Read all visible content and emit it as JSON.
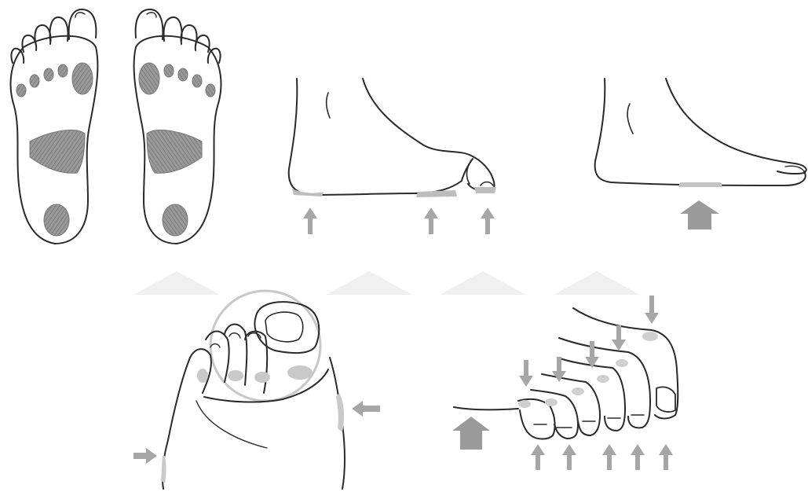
{
  "figure": {
    "panels": [
      {
        "id": "soles",
        "description_name": "pressure-points-soles"
      },
      {
        "id": "claw-side",
        "description_name": "claw-toe-side-view"
      },
      {
        "id": "flat-side",
        "description_name": "flat-foot-side-view"
      },
      {
        "id": "toe-top",
        "description_name": "toe-crowding-top-view"
      },
      {
        "id": "toe-side",
        "description_name": "toe-pressure-side-view"
      }
    ]
  },
  "colors": {
    "line": "#2a2a2a",
    "pressure_fill": "#8c8c8c",
    "arrow": "#a6a6a6",
    "watermark": "#eeeeee",
    "background": "#ffffff"
  }
}
